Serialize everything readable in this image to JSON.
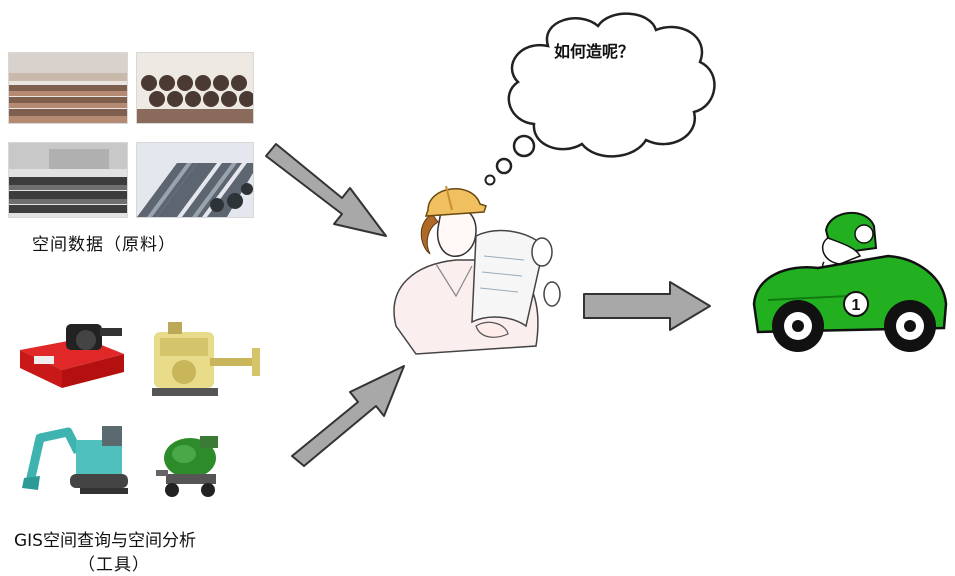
{
  "raw_materials": {
    "label": "空间数据（原料）",
    "images": [
      "pipes-photo",
      "pipes-photo",
      "pipes-photo",
      "pipes-photo"
    ]
  },
  "tools": {
    "label_line1": "GIS空间查询与空间分析",
    "label_line2": "（工具）",
    "images": [
      "cutting-machine-icon",
      "engine-machine-icon",
      "excavator-icon",
      "mixer-machine-icon"
    ]
  },
  "thought": {
    "text": "如何造呢？"
  },
  "car": {
    "number": "1"
  },
  "colors": {
    "arrow": "#a8a8a8",
    "arrow_stroke": "#333333",
    "car_green": "#22b020",
    "helmet": "#f0c060"
  }
}
